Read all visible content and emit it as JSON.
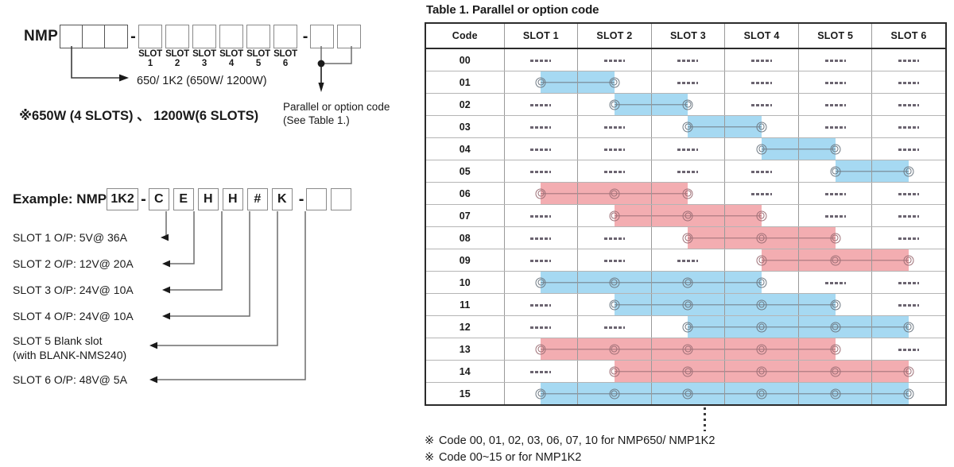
{
  "model_diagram": {
    "prefix": "NMP",
    "power_boxes": [
      "",
      "",
      ""
    ],
    "dash1": "-",
    "slot_boxes": [
      "",
      "",
      "",
      "",
      "",
      ""
    ],
    "dash2": "-",
    "option_boxes": [
      "",
      ""
    ],
    "slot_labels": [
      "SLOT 1",
      "SLOT 2",
      "SLOT 3",
      "SLOT 4",
      "SLOT 5",
      "SLOT 6"
    ],
    "power_callout": "650/ 1K2 (650W/ 1200W)",
    "option_callout_line1": "Parallel or option code",
    "option_callout_line2": "(See Table 1.)",
    "slots_note": "※650W (4 SLOTS) 、 1200W(6 SLOTS)"
  },
  "example": {
    "label": "Example: NMP",
    "boxes": [
      "1K2",
      "C",
      "E",
      "H",
      "H",
      "#",
      "K"
    ],
    "dash1": "-",
    "dash2": "-",
    "trailing_boxes": [
      "",
      ""
    ],
    "slot_descriptions": [
      "SLOT 1  O/P: 5V@ 36A",
      "SLOT 2  O/P: 12V@ 20A",
      "SLOT 3  O/P: 24V@ 10A",
      "SLOT 4  O/P: 24V@ 10A",
      "SLOT 5  Blank slot",
      "(with BLANK-NMS240)",
      "SLOT 6  O/P: 48V@ 5A"
    ]
  },
  "table": {
    "title": "Table 1. Parallel or option code",
    "headers": [
      "Code",
      "SLOT 1",
      "SLOT 2",
      "SLOT 3",
      "SLOT 4",
      "SLOT 5",
      "SLOT 6"
    ],
    "dash_placeholder": "-----",
    "colors": {
      "blue": "#a6d9f2",
      "pink": "#f3adb1",
      "border": "#2b2b2b"
    },
    "rows": [
      {
        "code": "00",
        "start": 0,
        "span": 0,
        "color": "",
        "group_end": false
      },
      {
        "code": "01",
        "start": 1,
        "span": 2,
        "color": "blue",
        "group_end": false
      },
      {
        "code": "02",
        "start": 2,
        "span": 2,
        "color": "blue",
        "group_end": false
      },
      {
        "code": "03",
        "start": 3,
        "span": 2,
        "color": "blue",
        "group_end": false
      },
      {
        "code": "04",
        "start": 4,
        "span": 2,
        "color": "blue",
        "group_end": false
      },
      {
        "code": "05",
        "start": 5,
        "span": 2,
        "color": "blue",
        "group_end": true
      },
      {
        "code": "06",
        "start": 1,
        "span": 3,
        "color": "pink",
        "group_end": false
      },
      {
        "code": "07",
        "start": 2,
        "span": 3,
        "color": "pink",
        "group_end": false
      },
      {
        "code": "08",
        "start": 3,
        "span": 3,
        "color": "pink",
        "group_end": false
      },
      {
        "code": "09",
        "start": 4,
        "span": 3,
        "color": "pink",
        "group_end": true
      },
      {
        "code": "10",
        "start": 1,
        "span": 4,
        "color": "blue",
        "group_end": false
      },
      {
        "code": "11",
        "start": 2,
        "span": 4,
        "color": "blue",
        "group_end": false
      },
      {
        "code": "12",
        "start": 3,
        "span": 4,
        "color": "blue",
        "group_end": true
      },
      {
        "code": "13",
        "start": 1,
        "span": 5,
        "color": "pink",
        "group_end": false
      },
      {
        "code": "14",
        "start": 2,
        "span": 5,
        "color": "pink",
        "group_end": true
      },
      {
        "code": "15",
        "start": 1,
        "span": 6,
        "color": "blue",
        "group_end": false
      }
    ]
  },
  "footnotes": [
    {
      "mark": "※",
      "text": "Code 00, 01, 02, 03, 06, 07, 10 for NMP650/ NMP1K2"
    },
    {
      "mark": "※",
      "text": "Code 00~15 or for NMP1K2"
    }
  ]
}
